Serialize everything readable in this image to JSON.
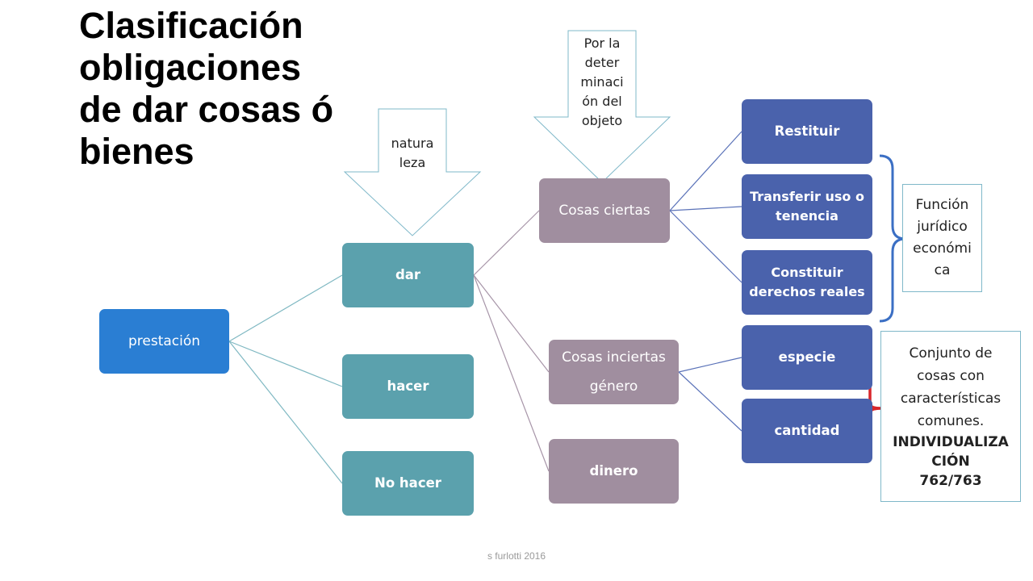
{
  "title": {
    "line1": "Clasificación",
    "line2": "obligaciones",
    "line3": "de dar cosas ó",
    "line4": "bienes"
  },
  "arrows": {
    "naturaleza": {
      "line1": "natura",
      "line2": "leza"
    },
    "determinacion": {
      "line1": "Por la",
      "line2": "deter",
      "line3": "minaci",
      "line4": "ón del",
      "line5": "objeto"
    }
  },
  "nodes": {
    "prestacion": "prestación",
    "dar": "dar",
    "hacer": "hacer",
    "no_hacer": "No hacer",
    "cosas_ciertas": "Cosas ciertas",
    "cosas_inciertas": {
      "line1": "Cosas inciertas",
      "line2": "género"
    },
    "dinero": "dinero",
    "restituir": "Restituir",
    "transferir": {
      "line1": "Transferir uso o",
      "line2": "tenencia"
    },
    "constituir": {
      "line1": "Constituir",
      "line2": "derechos reales"
    },
    "especie": "especie",
    "cantidad": "cantidad"
  },
  "notes": {
    "funcion": {
      "line1": "Función",
      "line2": "jurídico",
      "line3": "económi",
      "line4": "ca"
    },
    "conjunto": {
      "line1": "Conjunto de",
      "line2": "cosas con",
      "line3": "características",
      "line4": "comunes.",
      "line5": "INDIVIDUALIZA",
      "line6": "CIÓN",
      "line7": "762/763"
    }
  },
  "footer": "s furlotti 2016",
  "colors": {
    "prestacion": "#2a7ed3",
    "level1": "#5ba1ad",
    "level2": "#a08e9f",
    "level3": "#4a62ac",
    "blue_brace": "#3b6fc4",
    "red_brace": "#d9262b"
  }
}
